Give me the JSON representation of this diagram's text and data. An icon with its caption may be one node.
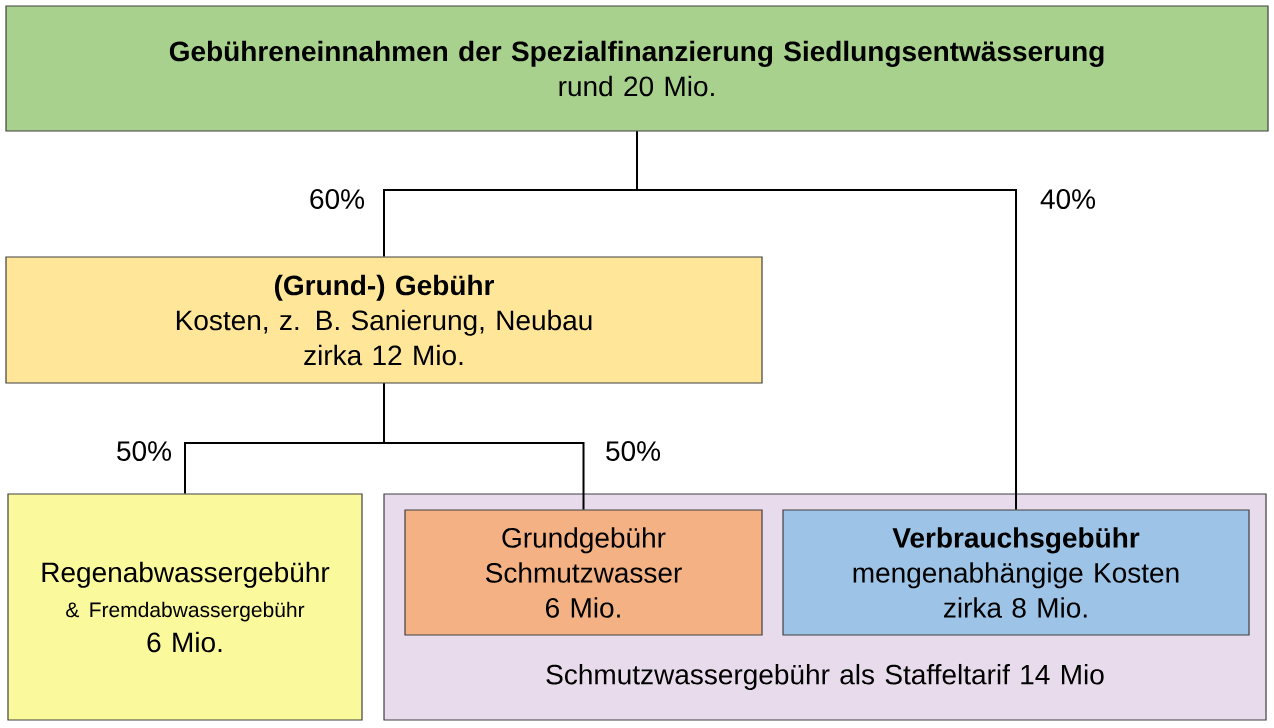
{
  "diagram": {
    "nodes": [
      {
        "text": [
          "Gebühreneinnahmen der Spezialfinanzierung Siedlungsentwässerung",
          "rund 20 Mio."
        ]
      },
      {
        "text": [
          "(Grund-) Gebühr",
          "Kosten, z. B. Sanierung, Neubau",
          "zirka 12 Mio."
        ]
      },
      {
        "text": [
          "Regenabwassergebühr",
          "& Fremdabwassergebühr",
          "6 Mio."
        ]
      },
      {
        "text": [
          "Schmutzwassergebühr als Staffeltarif 14 Mio"
        ]
      },
      {
        "text": [
          "Grundgebühr Schmutzwasser",
          "6 Mio."
        ],
        "in": 3
      },
      {
        "text": [
          "Verbrauchsgebühr",
          "mengenabhängige Kosten",
          "zirka 8 Mio."
        ],
        "in": 3
      }
    ],
    "edges": [
      {
        "from": 0,
        "to": 1,
        "arrow": "none",
        "label": "60%"
      },
      {
        "from": 0,
        "to": 5,
        "arrow": "none",
        "label": "40%"
      },
      {
        "from": 1,
        "to": 2,
        "arrow": "none",
        "label": "50%"
      },
      {
        "from": 1,
        "to": 4,
        "arrow": "none",
        "label": "50%"
      }
    ]
  }
}
